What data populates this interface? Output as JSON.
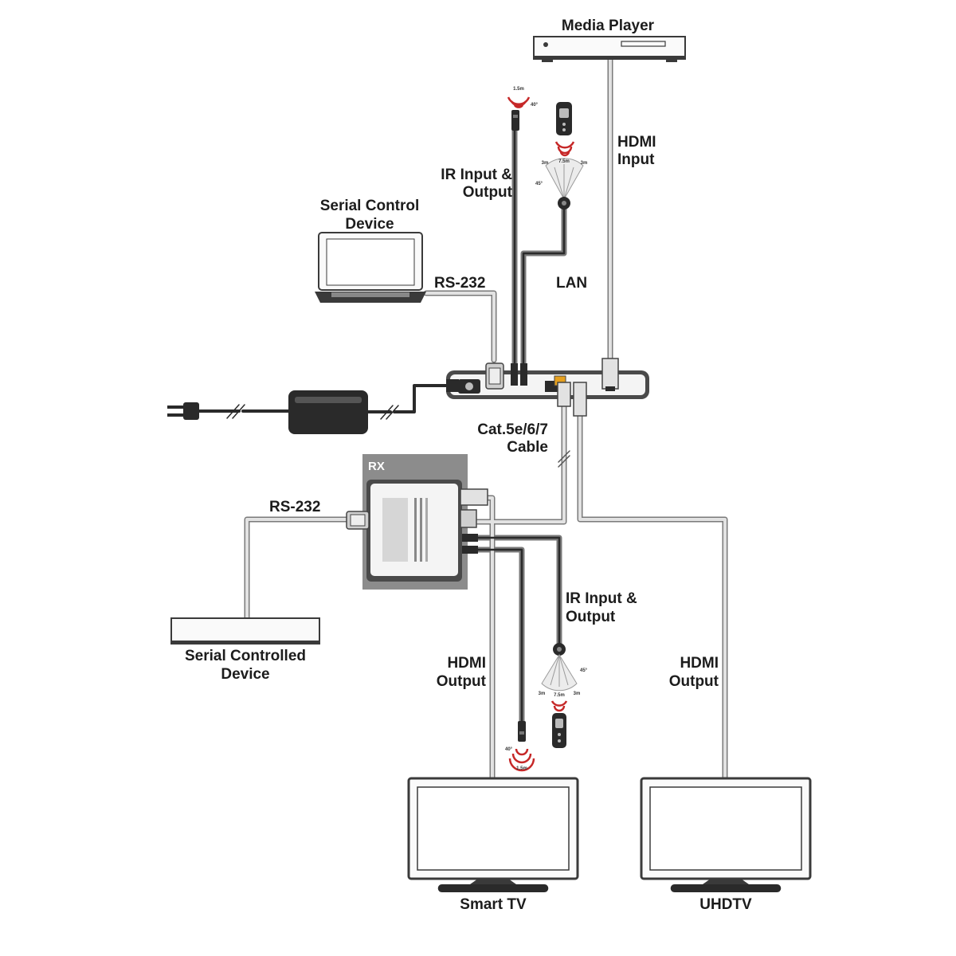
{
  "labels": {
    "media_player": "Media Player",
    "hdmi_input": [
      "HDMI",
      "Input"
    ],
    "ir_tx": [
      "IR Input &",
      "Output"
    ],
    "serial_control_device": [
      "Serial Control",
      "Device"
    ],
    "rs232_tx": "RS-232",
    "lan": "LAN",
    "cat_cable": [
      "Cat.5e/6/7",
      "Cable"
    ],
    "rx": "RX",
    "rs232_rx": "RS-232",
    "ir_rx": [
      "IR Input &",
      "Output"
    ],
    "serial_controlled_device": [
      "Serial Controlled",
      "Device"
    ],
    "hdmi_output_left": [
      "HDMI",
      "Output"
    ],
    "hdmi_output_right": [
      "HDMI",
      "Output"
    ],
    "smart_tv": "Smart TV",
    "uhdtv": "UHDTV"
  },
  "ir_specs": {
    "emitter_distance": "1.5m",
    "emitter_angle": "40°",
    "receiver_angle": "45°",
    "side_range": "3m",
    "center_range": "7.5m"
  },
  "colors": {
    "cable": "#d9d9d9",
    "cable_outline": "#7a7a7a",
    "device_dark": "#3a3a3a",
    "ir_red": "#c62828",
    "panel_gray": "#8c8c8c"
  }
}
